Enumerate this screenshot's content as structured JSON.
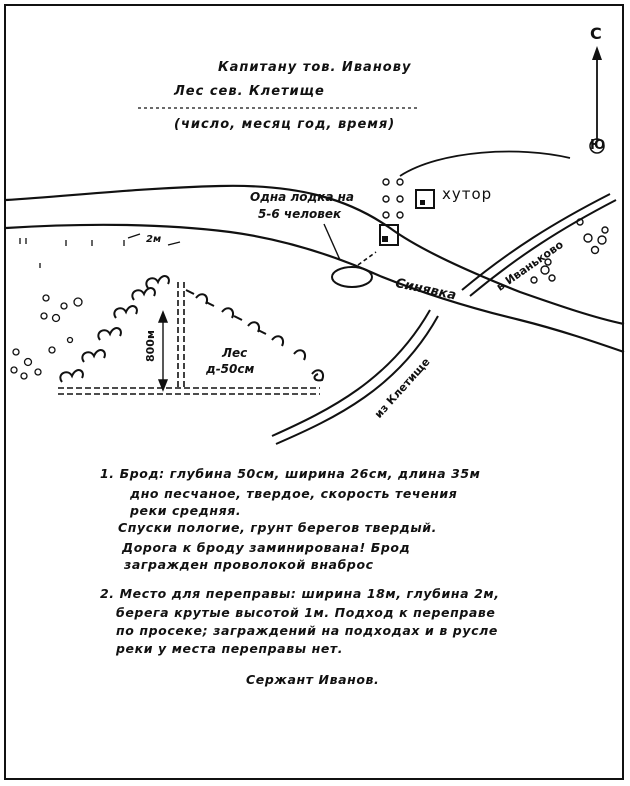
{
  "header": {
    "addressee": "Капитану тов. Иванову",
    "place": "Лес сев. Клетище",
    "datetime": "(число, месяц год, время)"
  },
  "map_labels": {
    "boat": "Одна лодка на",
    "boat2": "5-6 человек",
    "khutor": "хутор",
    "river": "Синявка",
    "road_ivankovo": "в Иваньково",
    "road_kletishche": "из Клетище",
    "forest": "Лес",
    "forest_diam": "д-50см",
    "distance": "800м",
    "river_depth": "2м",
    "compass_north": "С",
    "compass_south": "Ю"
  },
  "report": {
    "item1": [
      "1. Брод: глубина 50см, ширина 26см, длина 35м",
      "дно песчаное, твердое, скорость течения",
      "реки средняя.",
      "Спуски пологие, грунт берегов твердый.",
      "Дорога к броду заминирована! Брод",
      "загражден проволокой внаброс"
    ],
    "item2": [
      "2. Место для переправы: ширина 18м, глубина 2м,",
      "берега крутые высотой 1м. Подход к переправе",
      "по просеке; заграждений на подходах и в русле",
      "реки у места переправы нет."
    ],
    "signature": "Сержант Иванов."
  }
}
